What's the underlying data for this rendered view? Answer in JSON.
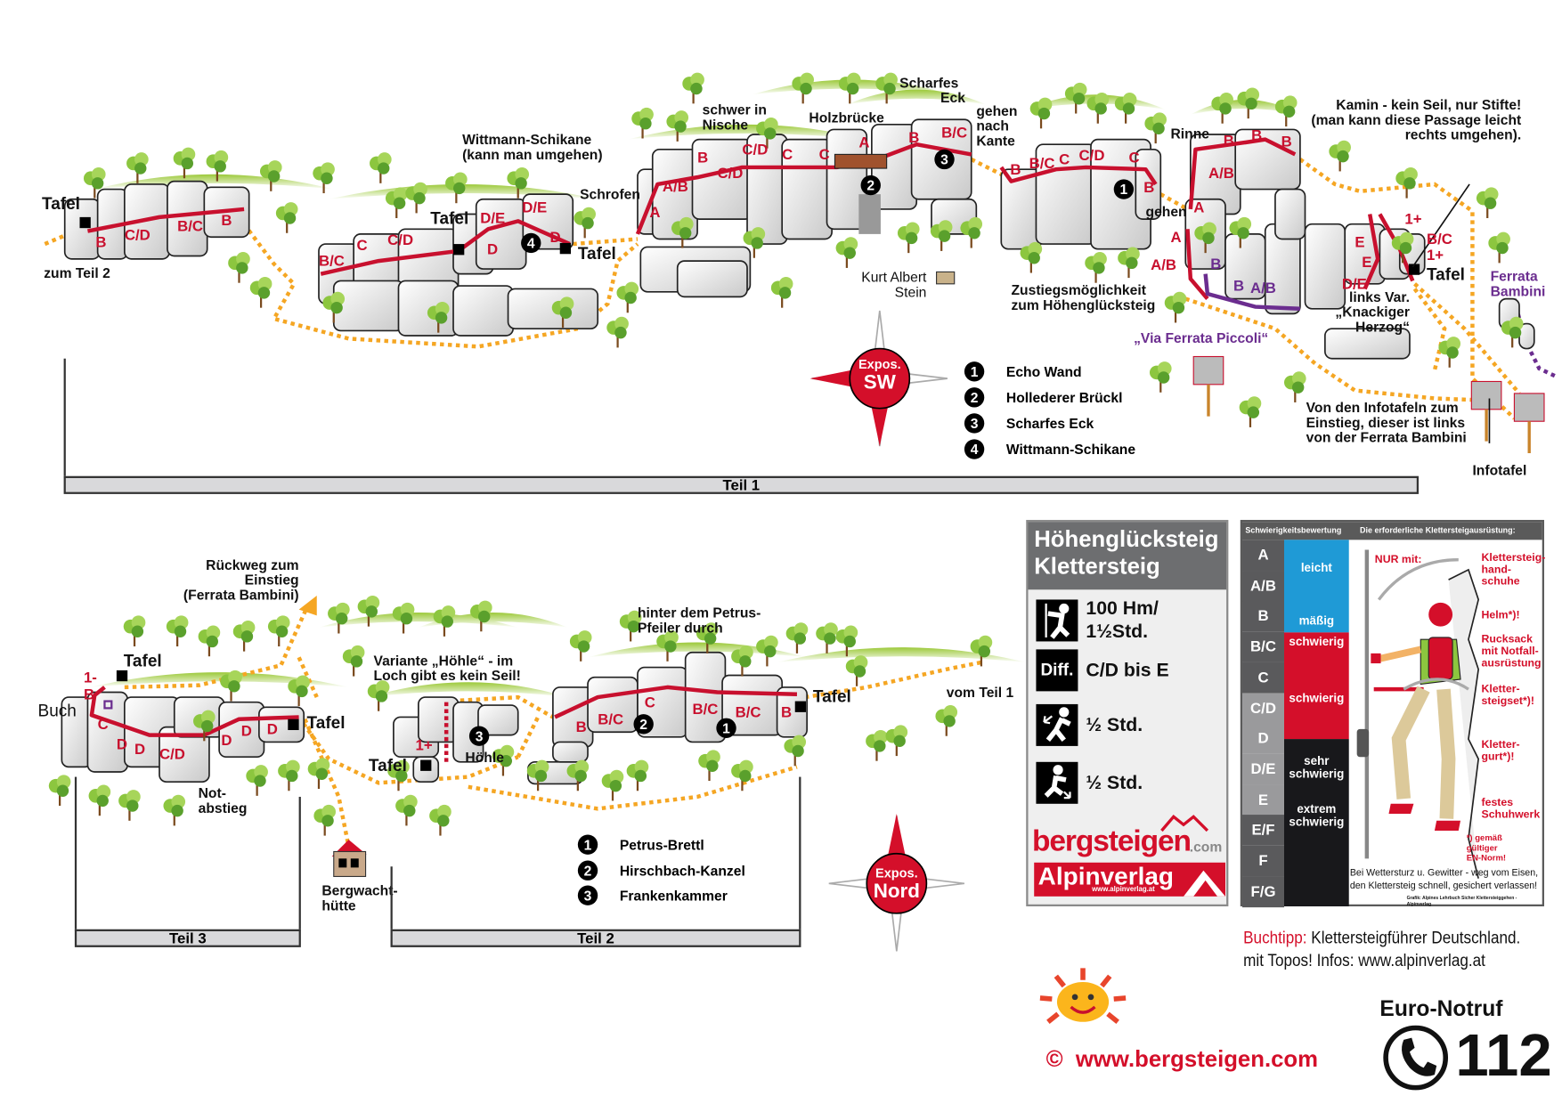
{
  "teil1": {
    "tafel_left": "Tafel",
    "zum_teil2": "zum Teil 2",
    "wittmann": "Wittmann-Schikane",
    "wittmann_note": "(kann man umgehen)",
    "tafel_mid": "Tafel",
    "schrofen": "Schrofen",
    "tafel_schrofen": "Tafel",
    "schwer_in": "schwer in",
    "nische": "Nische",
    "holzbruecke": "Holzbrücke",
    "scharfes": "Scharfes",
    "eck": "Eck",
    "gehen_nach_kante": [
      "gehen",
      "nach",
      "Kante"
    ],
    "rinne": "Rinne",
    "kamin": [
      "Kamin - kein Seil, nur Stifte!",
      "(man kann diese Passage leicht",
      "rechts umgehen)."
    ],
    "gehen": "gehen",
    "zustieg": [
      "Zustiegsmöglichkeit",
      "zum Höhenglücksteig"
    ],
    "via_ferrata_piccoli": "„Via Ferrata Piccoli“",
    "links_var": [
      "links Var.",
      "„Knackiger",
      "Herzog“"
    ],
    "tafel_right": "Tafel",
    "ferrata_bambini": [
      "Ferrata",
      "Bambini"
    ],
    "kurt_albert": [
      "Kurt Albert",
      "Stein"
    ],
    "infotafeln_note": [
      "Von den Infotafeln zum",
      "Einstieg, dieser ist links",
      "von der Ferrata Bambini"
    ],
    "infotafel": "Infotafel",
    "bar_label": "Teil 1",
    "compass": {
      "line1": "Expos.",
      "line2": "SW"
    },
    "legend": [
      {
        "num": "1",
        "name": "Echo Wand"
      },
      {
        "num": "2",
        "name": "Hollederer Brückl"
      },
      {
        "num": "3",
        "name": "Scharfes Eck"
      },
      {
        "num": "4",
        "name": "Wittmann-Schikane"
      }
    ],
    "markers": [
      "4",
      "2",
      "3",
      "1"
    ]
  },
  "teil23": {
    "rueckweg": [
      "Rückweg zum",
      "Einstieg",
      "(Ferrata Bambini)"
    ],
    "tafel_top": "Tafel",
    "buch": "Buch",
    "tafel_t3": "Tafel",
    "notabstieg": [
      "Not-",
      "abstieg"
    ],
    "variante": [
      "Variante „Höhle“ - im",
      "Loch gibt es kein Seil!"
    ],
    "tafel_hoehle": "Tafel",
    "hoehle": "Höhle",
    "petrus": [
      "hinter dem Petrus-",
      "Pfeiler durch"
    ],
    "tafel_t2": "Tafel",
    "vom_teil1": "vom Teil 1",
    "bergwacht": [
      "Bergwacht-",
      "hütte"
    ],
    "teil3_label": "Teil 3",
    "teil2_label": "Teil 2",
    "compass": {
      "line1": "Expos.",
      "line2": "Nord"
    },
    "legend": [
      {
        "num": "1",
        "name": "Petrus-Brettl"
      },
      {
        "num": "2",
        "name": "Hirschbach-Kanzel"
      },
      {
        "num": "3",
        "name": "Frankenkammer"
      }
    ],
    "markers": [
      "2",
      "1",
      "3"
    ]
  },
  "grades": {
    "top": [
      "B",
      "C/D",
      "B/C",
      "B",
      "B/C",
      "C",
      "C/D",
      "D/E",
      "D/E",
      "D",
      "D",
      "A",
      "A/B",
      "B",
      "C/D",
      "C/D",
      "C",
      "C",
      "A",
      "B",
      "B/C",
      "B",
      "B/C",
      "C",
      "C/D",
      "C",
      "B",
      "B",
      "B",
      "B",
      "A/B",
      "A",
      "A",
      "A/B",
      "E",
      "E",
      "D/E",
      "1+",
      "B/C",
      "1+"
    ],
    "purple": [
      "B",
      "B",
      "A/B"
    ],
    "bottom": [
      "1-",
      "B",
      "C",
      "D",
      "D",
      "C/D",
      "D",
      "D",
      "D",
      "1+",
      "B",
      "B/C",
      "C",
      "B/C",
      "B/C",
      "B"
    ]
  },
  "infobox": {
    "title": [
      "Höhenglücksteig",
      "Klettersteig"
    ],
    "height_time": [
      "100 Hm/",
      "1½Std."
    ],
    "diff_icon": "Diff.",
    "difficulty": "C/D bis E",
    "approach": "½ Std.",
    "descent": "½ Std.",
    "logo_bergsteigen": "bergsteigen",
    "logo_com": ".com",
    "logo_alpinverlag": "Alpinverlag",
    "logo_alpinverlag_url": "www.alpinverlag.at"
  },
  "difficulty_panel": {
    "header_left": "Schwierigkeitsbewertung",
    "header_right": "Die erforderliche Klettersteigausrüstung:",
    "grades": [
      "A",
      "A/B",
      "B",
      "B/C",
      "C",
      "C/D",
      "D",
      "D/E",
      "E",
      "E/F",
      "F",
      "F/G"
    ],
    "categories": {
      "leicht": "leicht",
      "maessig": "mäßig",
      "schwierig1": "schwierig",
      "schwierig2": "schwierig",
      "sehr": [
        "sehr",
        "schwierig"
      ],
      "extrem": [
        "extrem",
        "schwierig"
      ]
    },
    "nur_mit": "NUR mit:",
    "equipment": [
      [
        "Klettersteig-",
        "hand-",
        "schuhe"
      ],
      [
        "Helm*)!"
      ],
      [
        "Rucksack",
        "mit Notfall-",
        "ausrüstung"
      ],
      [
        "Kletter-",
        "steigset*)!"
      ],
      [
        "Kletter-",
        "gurt*)!"
      ],
      [
        "festes",
        "Schuhwerk"
      ]
    ],
    "footnote": [
      "*) gemäß",
      "gültiger",
      "EN-Norm!"
    ],
    "warning": [
      "Bei Wettersturz u. Gewitter - weg vom Eisen,",
      "den Klettersteig schnell, gesichert verlassen!"
    ],
    "credit": "Grafik: Alpines Lehrbuch Sicher Klettersteiggehen - Alpinverlag"
  },
  "footer": {
    "buchtipp_label": "Buchtipp:",
    "buchtipp_text": "Klettersteigführer Deutschland.",
    "buchtipp_line2": "mit Topos! Infos: www.alpinverlag.at",
    "copyright": "©  www.bergsteigen.com",
    "euro_notruf": "Euro-Notruf",
    "notruf_number": "112"
  },
  "colors": {
    "route": "#c8102e",
    "path": "#f5a623",
    "variant": "#6b2d8f",
    "rock": "#e6e6e6",
    "tree": "#8cc63f"
  }
}
